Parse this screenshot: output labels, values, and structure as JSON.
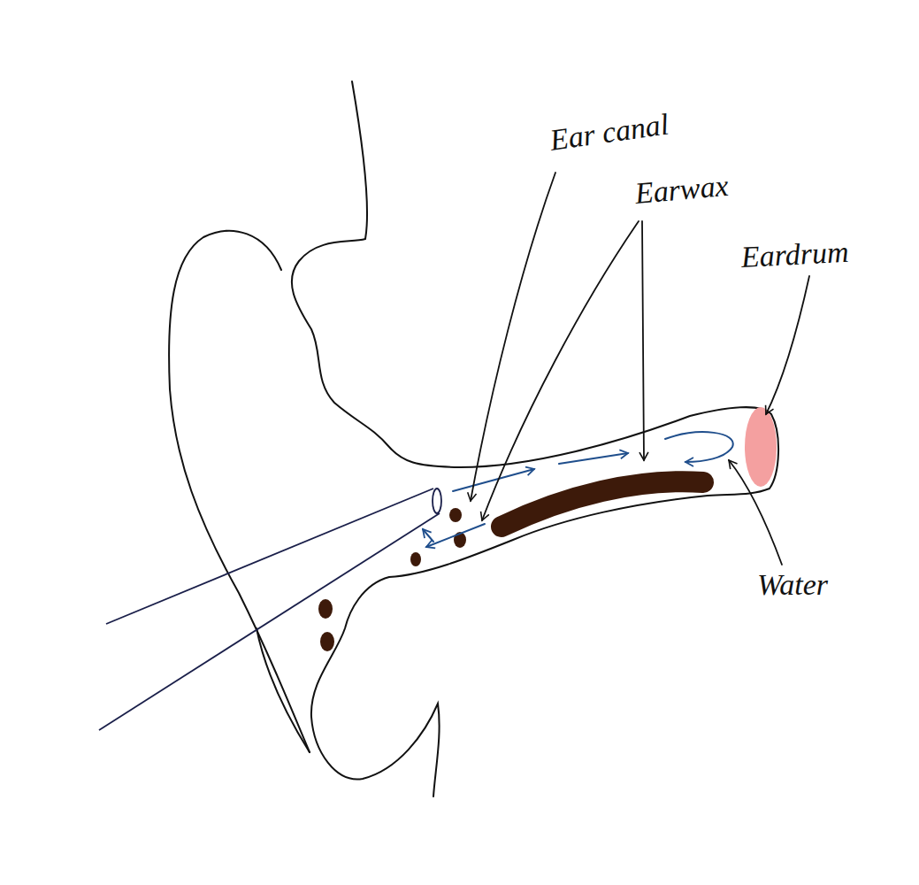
{
  "diagram": {
    "labels": [
      "Ear canal",
      "Earwax",
      "Eardrum",
      "Water"
    ]
  }
}
